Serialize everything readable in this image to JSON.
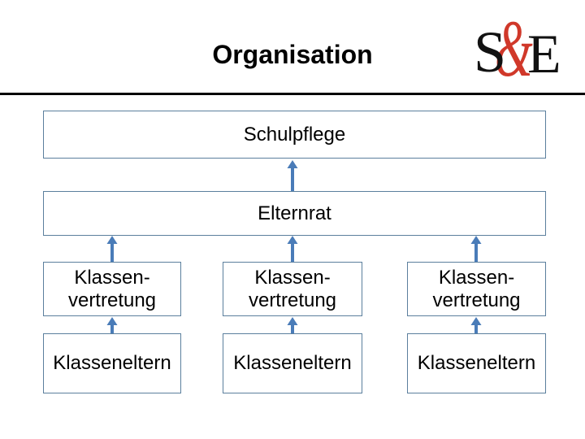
{
  "slide": {
    "title": "Organisation",
    "logo": {
      "letter_s": "S",
      "ampersand": "&",
      "letter_e": "E",
      "ampersand_color": "#d0382a",
      "letter_color": "#121212"
    },
    "colors": {
      "background": "#ffffff",
      "box_border": "#5b7f9d",
      "arrow": "#4a7cb8",
      "title_rule": "#000000",
      "text": "#000000"
    },
    "diagram": {
      "level1": {
        "label": "Schulpflege"
      },
      "level2": {
        "label": "Elternrat"
      },
      "columns": [
        {
          "vertretung_line1": "Klassen-",
          "vertretung_line2": "vertretung",
          "eltern_label": "Klasseneltern"
        },
        {
          "vertretung_line1": "Klassen-",
          "vertretung_line2": "vertretung",
          "eltern_label": "Klasseneltern"
        },
        {
          "vertretung_line1": "Klassen-",
          "vertretung_line2": "vertretung",
          "eltern_label": "Klasseneltern"
        }
      ]
    }
  }
}
